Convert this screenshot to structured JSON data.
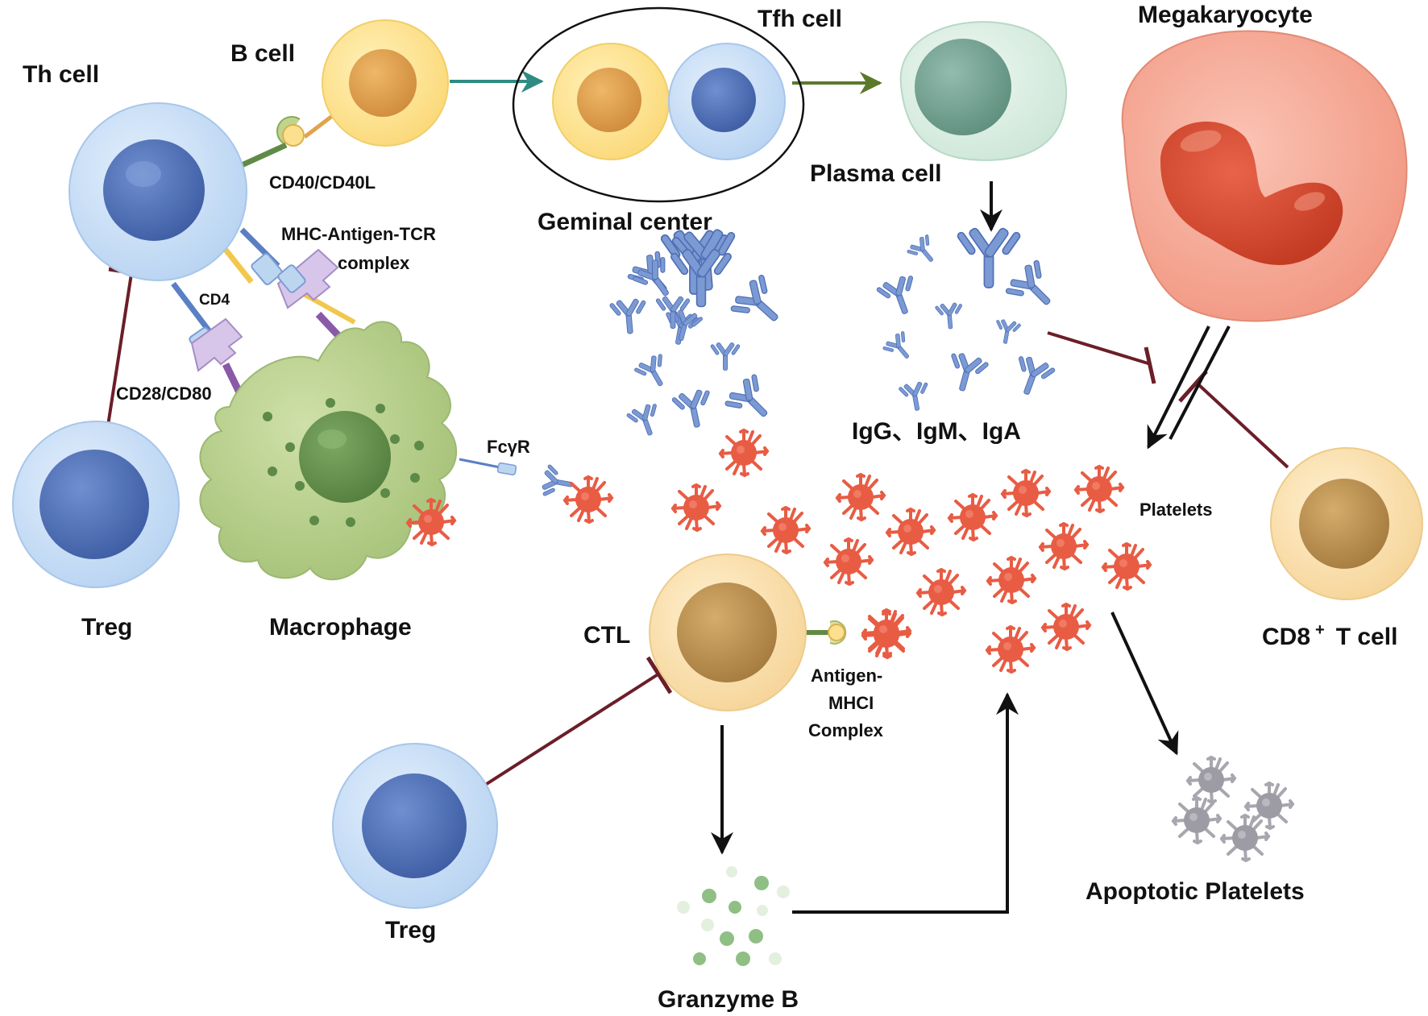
{
  "labels": {
    "th_cell": "Th cell",
    "b_cell": "B cell",
    "tfh_cell": "Tfh cell",
    "megakaryocyte": "Megakaryocyte",
    "cd40": "CD40/CD40L",
    "germinal_center": "Geminal center",
    "plasma_cell": "Plasma cell",
    "mhc_line1": "MHC-Antigen-TCR",
    "mhc_line2": "complex",
    "cd4": "CD4",
    "cd28": "CD28/CD80",
    "fcgr": "FcγR",
    "igs": "IgG、IgM、IgA",
    "platelets": "Platelets",
    "treg_left": "Treg",
    "macrophage": "Macrophage",
    "ctl": "CTL",
    "cd8_prefix": "CD8",
    "cd8_sup": "+",
    "cd8_suffix": "T cell",
    "antigen_line1": "Antigen-",
    "antigen_line2": "MHCI",
    "antigen_line3": "Complex",
    "treg_bottom": "Treg",
    "apoptotic": "Apoptotic Platelets",
    "granzyme": "Granzyme B"
  },
  "colors": {
    "arrow_teal": "#2e8b82",
    "arrow_olive": "#5a7a2a",
    "inhibit": "#6b1e28",
    "platelet": "#e85c44",
    "apoptotic": "#a8a6ae",
    "antibody": "#6e8fc9",
    "lymph_outer": "#cfe2f7",
    "lymph_nucleus": "#4f6fb4",
    "bcell_outer": "#fde79a",
    "bcell_nucleus": "#e1a452",
    "ctl_outer": "#fbe2b1",
    "ctl_nucleus": "#bf9454",
    "macrophage": "#b8cf8c",
    "mega_outer": "#f5a896",
    "mega_nucleus": "#d54a2e",
    "plasma_outer": "#dff0e6",
    "plasma_nucleus": "#7ba797",
    "granule": "#8fbf84"
  },
  "icons": [
    "antibody-icon",
    "platelet-icon",
    "apoptotic-platelet-icon",
    "granzyme-granule-icon",
    "inhibition-bar-icon",
    "arrow-icon"
  ]
}
